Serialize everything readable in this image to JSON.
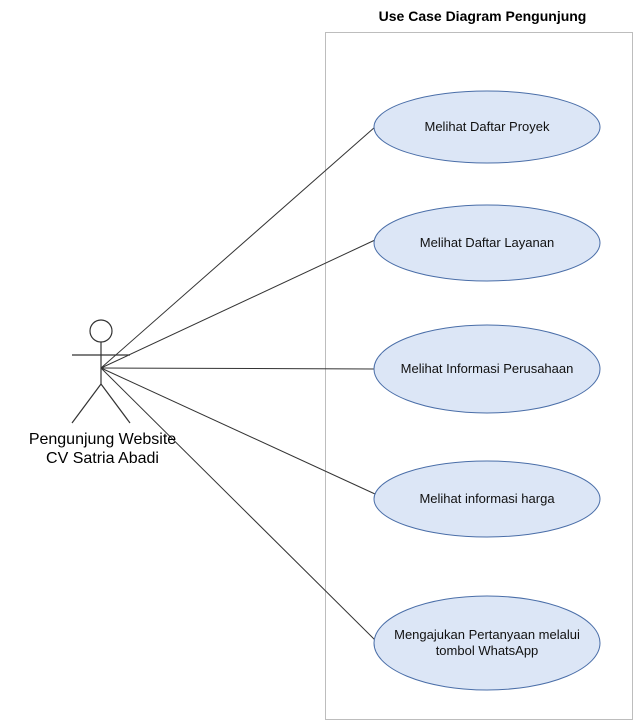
{
  "title": "Use Case Diagram Pengunjung",
  "actor": {
    "name_line1": "Pengunjung Website",
    "name_line2": "CV Satria Abadi"
  },
  "use_cases": [
    {
      "lines": [
        "Melihat Daftar Proyek"
      ]
    },
    {
      "lines": [
        "Melihat Daftar Layanan"
      ]
    },
    {
      "lines": [
        "Melihat Informasi Perusahaan"
      ]
    },
    {
      "lines": [
        "Melihat informasi harga"
      ]
    },
    {
      "lines": [
        "Mengajukan Pertanyaan melalui",
        "tombol WhatsApp"
      ]
    }
  ],
  "colors": {
    "usecase_fill": "#dce6f6",
    "usecase_stroke": "#4a6ea8",
    "line": "#333333",
    "system_border": "#bdbdbd"
  }
}
